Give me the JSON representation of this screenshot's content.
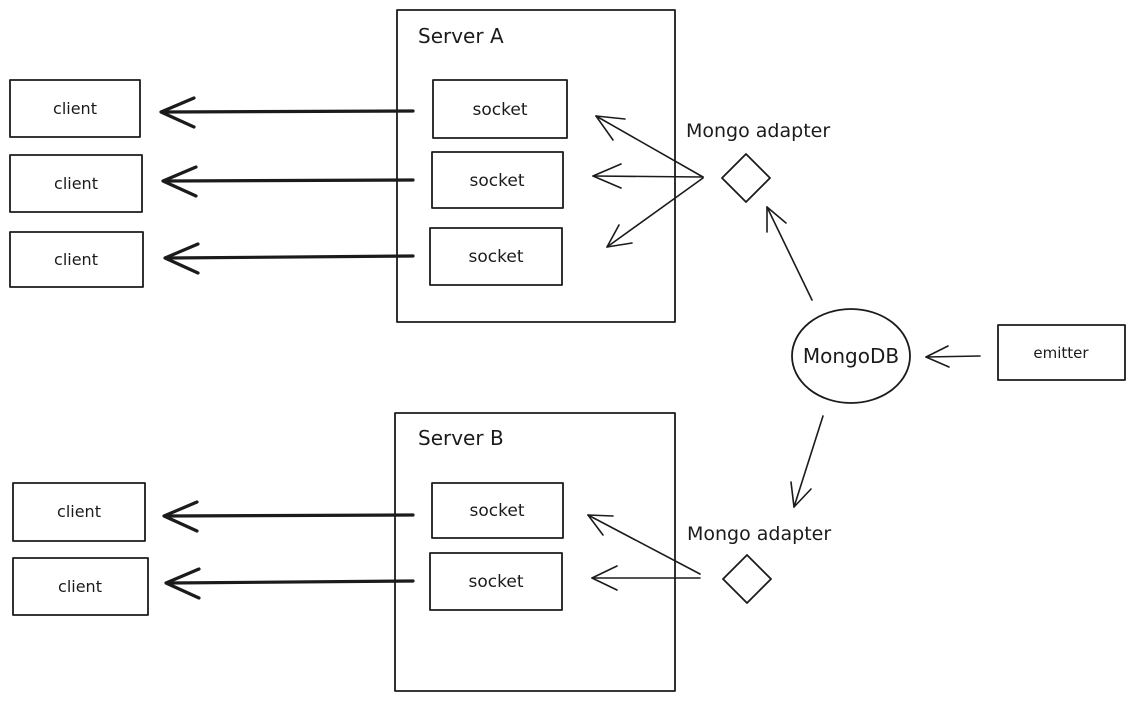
{
  "diagram": {
    "servers": [
      {
        "title": "Server A",
        "sockets": [
          "socket",
          "socket",
          "socket"
        ]
      },
      {
        "title": "Server B",
        "sockets": [
          "socket",
          "socket"
        ]
      }
    ],
    "clients": [
      "client",
      "client",
      "client",
      "client",
      "client"
    ],
    "adapters": [
      {
        "label": "Mongo adapter"
      },
      {
        "label": "Mongo adapter"
      }
    ],
    "database": {
      "label": "MongoDB"
    },
    "emitter": {
      "label": "emitter"
    },
    "colors": {
      "stroke": "#1b1b1b",
      "background": "#ffffff"
    }
  }
}
